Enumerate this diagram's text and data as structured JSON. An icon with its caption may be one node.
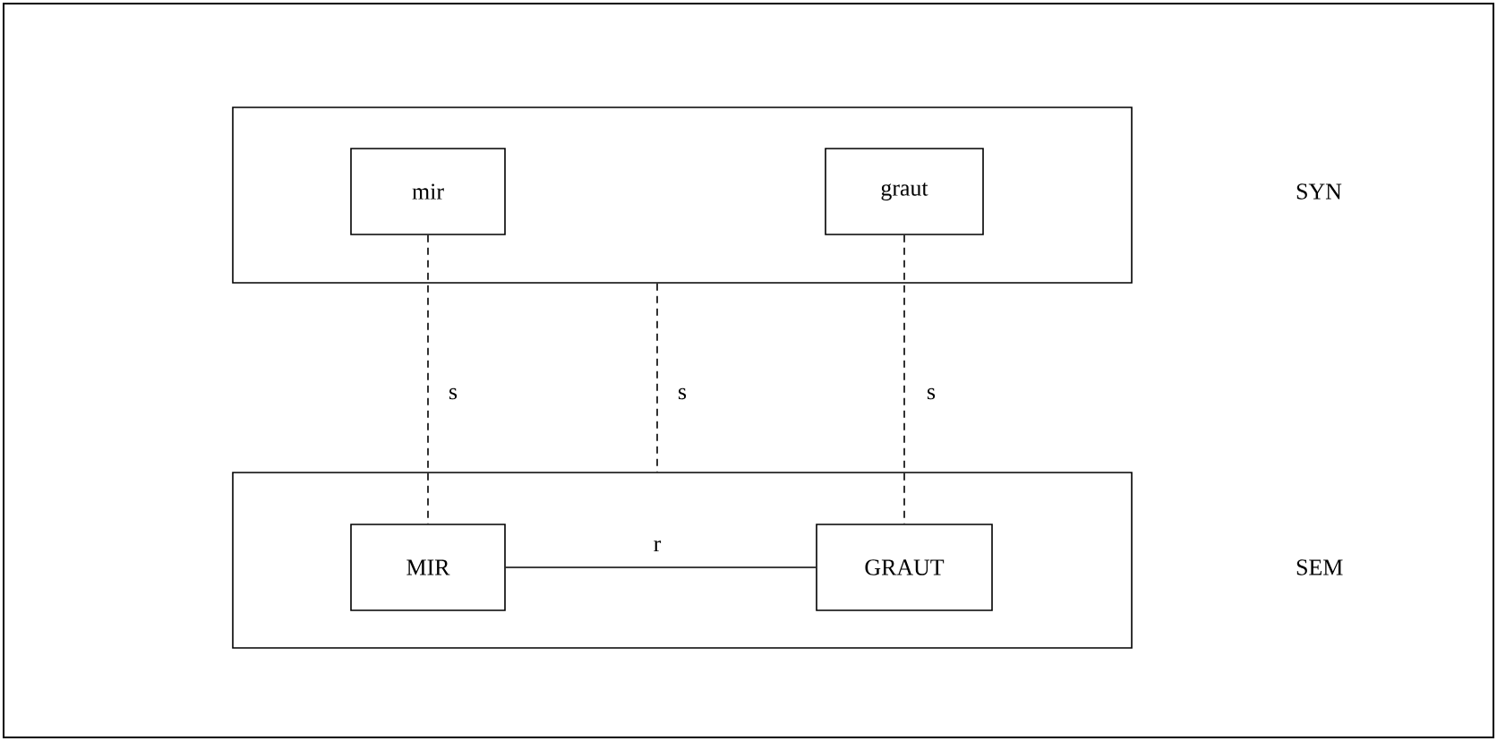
{
  "diagram": {
    "nodes": [
      {
        "text": [],
        "shape": "box"
      },
      {
        "text": [
          "mir"
        ],
        "in": 0
      },
      {
        "text": [
          "graut"
        ],
        "in": 0
      },
      {
        "text": [],
        "shape": "box"
      },
      {
        "text": [
          "MIR"
        ],
        "in": 3
      },
      {
        "text": [
          "GRAUT"
        ],
        "in": 3
      }
    ],
    "edges": [
      {
        "from": 1,
        "to": 4,
        "arrow": "none",
        "style": "dashed",
        "label": "s"
      },
      {
        "from": 0,
        "to": 3,
        "arrow": "none",
        "style": "dashed",
        "label": "s"
      },
      {
        "from": 2,
        "to": 5,
        "arrow": "none",
        "style": "dashed",
        "label": "s"
      },
      {
        "from": 4,
        "to": 5,
        "arrow": "none",
        "label": "r"
      }
    ],
    "labels": [
      "SYN",
      "SEM"
    ]
  }
}
